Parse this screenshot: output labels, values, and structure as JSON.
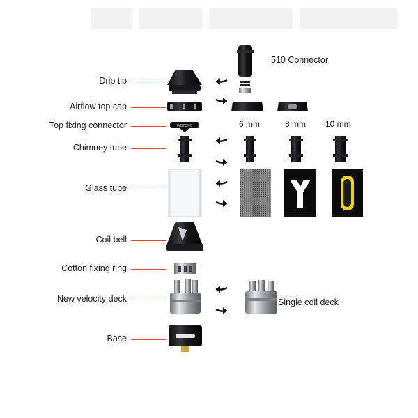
{
  "labels": {
    "drip_tip": "Drip tip",
    "airflow_top_cap": "Airflow top cap",
    "top_fixing_connector": "Top fixing connector",
    "chimney_tube": "Chimney tube",
    "glass_tube": "Glass tube",
    "coil_bell": "Coil bell",
    "cotton_fixing_ring": "Cotton fixing ring",
    "new_velocity_deck": "New velocity deck",
    "base": "Base",
    "connector_510": "510 Connector",
    "single_coil_deck": "Single coil deck"
  },
  "sizes": {
    "s6": "6 mm",
    "s8": "8 mm",
    "s10": "10 mm"
  },
  "engraving": "WOTOFO",
  "colors": {
    "leader_line": "#e0464a",
    "metal_dark": "#1c1c1e",
    "steel": "#b9bcc0",
    "accent_yellow": "#f2d21a"
  }
}
